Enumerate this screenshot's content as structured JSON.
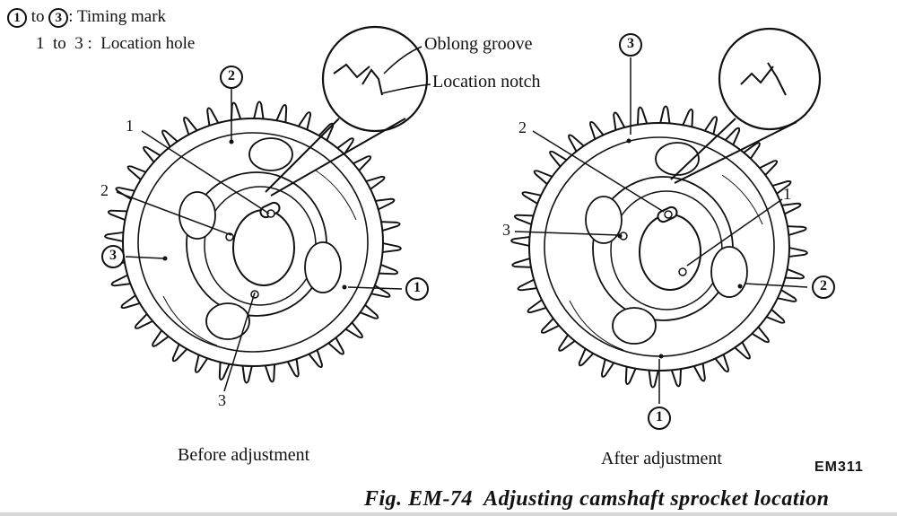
{
  "legend": {
    "line1_from": "1",
    "line1_to_word": "to",
    "line1_to": "3",
    "line1_text": ": Timing mark",
    "line2": "1  to  3 :  Location hole"
  },
  "callouts": {
    "oblong_groove": "Oblong groove",
    "location_notch": "Location notch"
  },
  "left_gear": {
    "caption": "Before adjustment",
    "timing_marks": [
      "1",
      "2",
      "3"
    ],
    "location_holes": [
      "1",
      "2",
      "3"
    ]
  },
  "right_gear": {
    "caption": "After adjustment",
    "timing_marks": [
      "1",
      "2",
      "3"
    ],
    "location_holes": [
      "1",
      "2",
      "3"
    ]
  },
  "code": "EM311",
  "figure_title": "Fig. EM-74  Adjusting camshaft sprocket location"
}
